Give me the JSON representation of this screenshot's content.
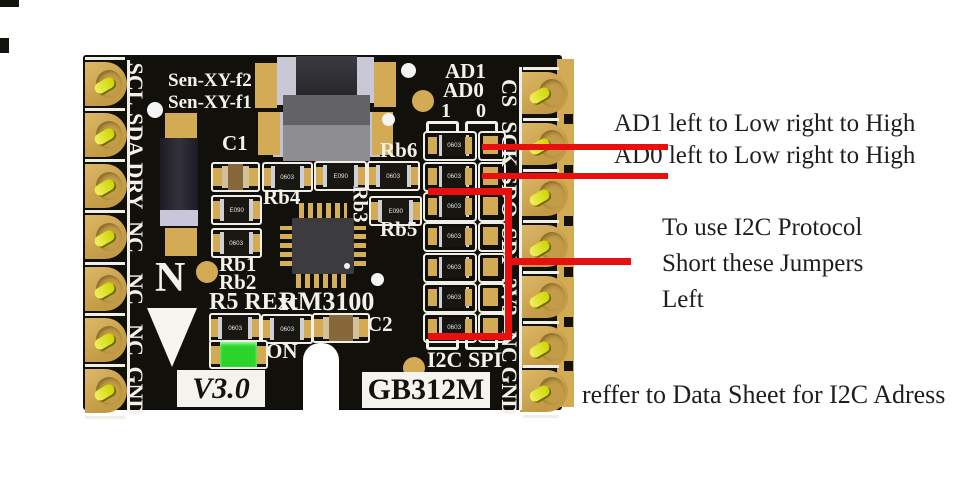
{
  "annotations": {
    "ad1_note": "AD1 left to Low right to High",
    "ad0_note": "AD0 left to Low right to High",
    "i2c_note_lines": [
      "To use I2C Protocol",
      "Short these Jumpers",
      "Left"
    ],
    "datasheet_note": "reffer to Data Sheet for I2C Adress",
    "line_color": "#e8100e",
    "text_color": "#201e1c"
  },
  "board": {
    "model": "GB312M",
    "version": "V3.0",
    "left_pins": [
      "SCL",
      "SDA",
      "DRY",
      "NC",
      "NC",
      "NC",
      "GND"
    ],
    "right_pins": [
      "CS",
      "SCK",
      "SDO",
      "SDI",
      "3V3",
      "NC",
      "GND"
    ],
    "silkscreen": {
      "sen_f2": "Sen-XY-f2",
      "sen_f1": "Sen-XY-f1",
      "c1": "C1",
      "c2": "C2",
      "rb1": "Rb1",
      "rb2": "Rb2",
      "rb3": "Rb3",
      "rb4": "Rb4",
      "rb5": "Rb5",
      "rb6": "Rb6",
      "r5_rext": "R5 RExt",
      "chip": "RM3100",
      "on": "ON",
      "north": "N",
      "ad1": "AD1",
      "ad0": "AD0",
      "jumper_one": "1",
      "jumper_zero": "0",
      "i2c_spi": "I2C SPI"
    },
    "markings": {
      "normal": "0603",
      "flipped": "E090"
    },
    "colors": {
      "board": "#12100a",
      "gold": "#d2ab54",
      "silk": "#f2f1ea",
      "led_green": "#2ad42a"
    }
  }
}
